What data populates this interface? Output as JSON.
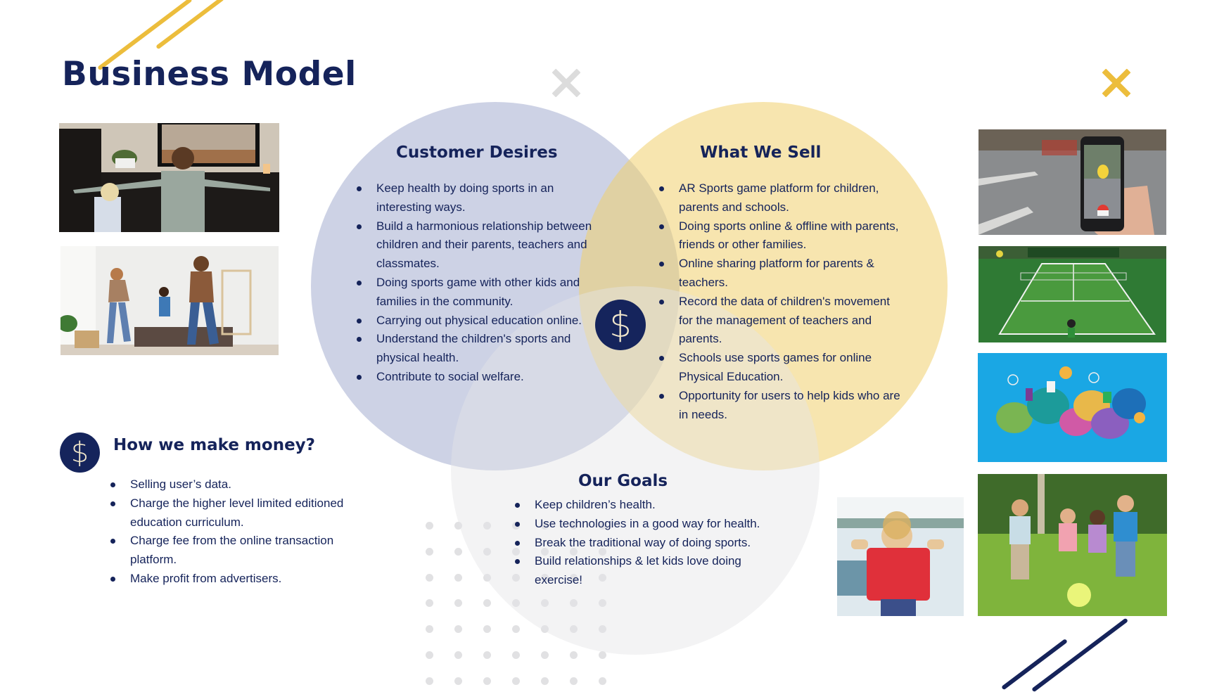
{
  "slide": {
    "title": "Business Model",
    "colors": {
      "navy": "#15235a",
      "gold": "#ecbd3c",
      "circle_blue": "#c9cee2",
      "circle_yellow": "#f6e3a6",
      "circle_gray": "#f1f1f2",
      "dot_gray": "#e1e1e3"
    }
  },
  "venn": {
    "center_icon": "dollar-icon",
    "center_symbol": "$",
    "customer_desires": {
      "heading": "Customer Desires",
      "items": [
        "Keep health by doing sports in an interesting ways.",
        "Build a harmonious relationship between children and their parents, teachers and classmates.",
        "Doing sports game with other kids and families in the community.",
        "Carrying out physical education online.",
        "Understand the children's sports and physical health.",
        "Contribute to social welfare."
      ]
    },
    "what_we_sell": {
      "heading": "What We Sell",
      "items": [
        "AR Sports game platform for children, parents and schools.",
        "Doing sports online & offline with parents, friends or other families.",
        "Online sharing platform for parents & teachers.",
        "Record the data of children's movement for the management of teachers and parents.",
        "Schools use sports games for online Physical Education.",
        "Opportunity for users to help kids who are in needs."
      ]
    },
    "our_goals": {
      "heading": "Our Goals",
      "items": [
        "Keep children’s health.",
        "Use technologies in a good way for health.",
        "Break the traditional way of doing sports.",
        "Build relationships & let kids love doing exercise!"
      ]
    }
  },
  "money": {
    "icon": "dollar-icon",
    "symbol": "$",
    "heading": "How we make money?",
    "items": [
      "Selling user’s data.",
      "Charge the higher level limited editioned education curriculum.",
      "Charge fee from the online transaction platform.",
      "Make profit from advertisers."
    ]
  },
  "photos": {
    "left": [
      {
        "name": "kids-dancing-in-front-of-tv"
      },
      {
        "name": "family-dancing-living-room"
      }
    ],
    "right": [
      {
        "name": "ar-game-on-phone"
      },
      {
        "name": "tennis-video-game"
      },
      {
        "name": "online-community-chat-illustration"
      },
      {
        "name": "kids-playing-ball-on-grass"
      }
    ],
    "bottom": [
      {
        "name": "boy-flexing-red-shirt"
      }
    ]
  }
}
